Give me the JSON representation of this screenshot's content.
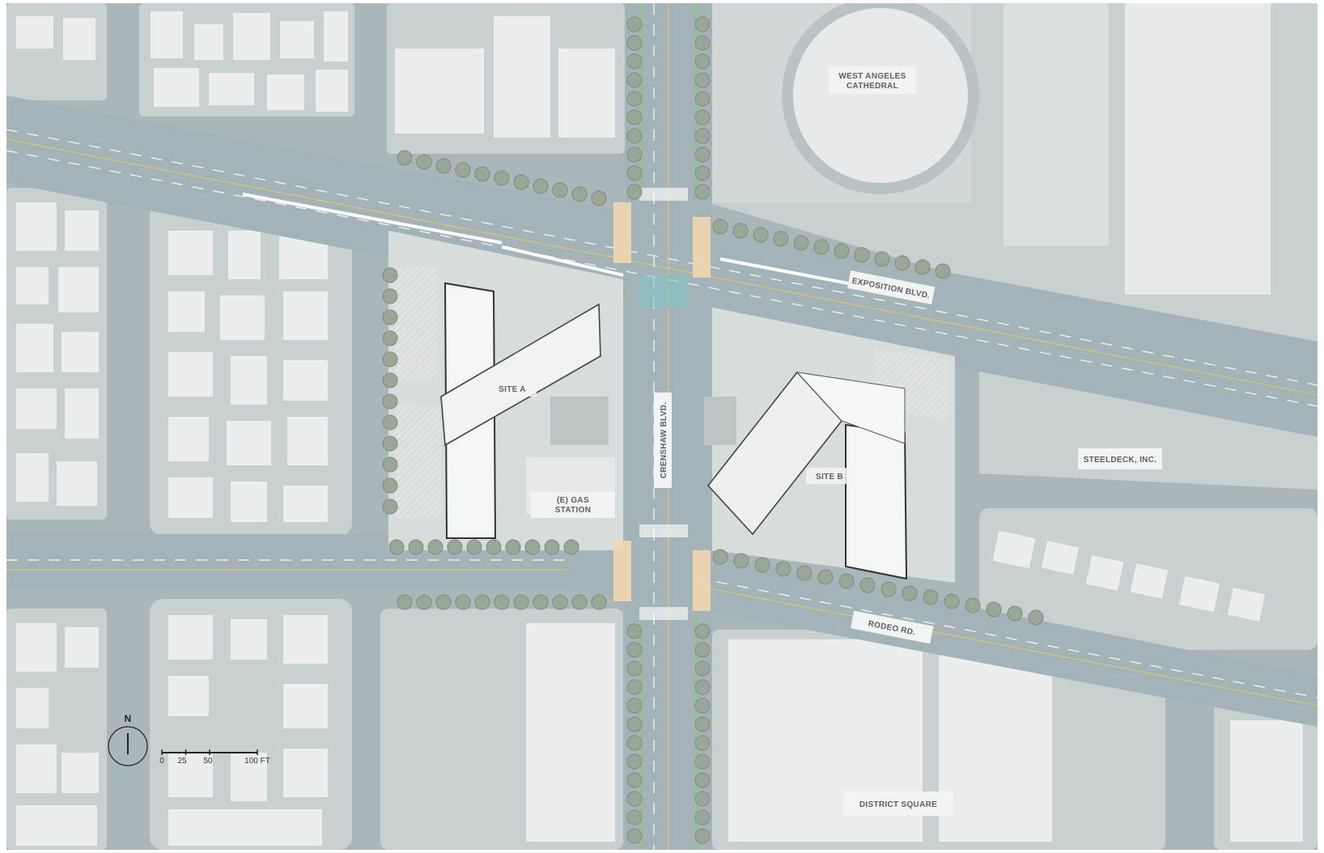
{
  "map": {
    "labels": {
      "west_angeles_cathedral": [
        "WEST ANGELES",
        "CATHEDRAL"
      ],
      "exposition_blvd": "EXPOSITION BLVD.",
      "crenshaw_blvd": "CRENSHAW BLVD.",
      "site_a": "SITE A",
      "site_b": "SITE B",
      "gas_station": [
        "(E) GAS",
        "STATION"
      ],
      "steeldeck": "STEELDECK, INC.",
      "rodeo_rd": "RODEO RD.",
      "district_square": "DISTRICT SQUARE"
    },
    "north_arrow": {
      "letter": "N"
    },
    "scale_bar": {
      "ticks": [
        "0",
        "25",
        "50",
        "100 FT"
      ],
      "values": [
        0,
        25,
        50,
        100
      ],
      "unit": "FT"
    },
    "colors": {
      "road": "#a9b7bb",
      "block": "#c9d0d1",
      "building": "#eceeee",
      "site_hatch": "#d6dcd8",
      "tree": "#9aa796",
      "crosswalk": "#f1d7b0",
      "median": "#8ec58a"
    }
  }
}
